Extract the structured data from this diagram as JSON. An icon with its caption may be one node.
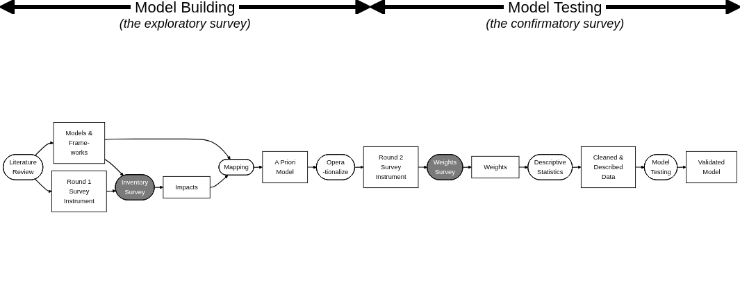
{
  "diagram": {
    "nodes": [
      {
        "text": [
          "Models & Frame- works"
        ]
      },
      {
        "text": [
          "A Priori Model"
        ]
      },
      {
        "text": [
          "Validated Model"
        ]
      },
      {
        "text": [
          "Literature Review"
        ]
      },
      {
        "text": [
          "Inventory Survey"
        ]
      },
      {
        "text": [
          "Mapping"
        ]
      },
      {
        "text": [
          "Opera -tionalize"
        ]
      },
      {
        "text": [
          "Weights Survey"
        ]
      },
      {
        "text": [
          "Descriptive Statistics"
        ]
      },
      {
        "text": [
          "Model Testing"
        ]
      },
      {
        "text": [
          "Round 1 Survey Instrument"
        ]
      },
      {
        "text": [
          "Impacts"
        ]
      },
      {
        "text": [
          "Round 2 Survey Instrument"
        ]
      },
      {
        "text": [
          "Weights"
        ]
      },
      {
        "text": [
          "Cleaned & Described Data"
        ]
      }
    ],
    "edges": [
      {
        "from": 3,
        "to": 0,
        "arrow": "to"
      },
      {
        "from": 3,
        "to": 10,
        "arrow": "to"
      },
      {
        "from": 0,
        "to": 4,
        "arrow": "to"
      },
      {
        "from": 10,
        "to": 4,
        "arrow": "to"
      },
      {
        "from": 0,
        "to": 5,
        "arrow": "to"
      },
      {
        "from": 4,
        "to": 11,
        "arrow": "to"
      },
      {
        "from": 11,
        "to": 5,
        "arrow": "to"
      },
      {
        "from": 5,
        "to": 1,
        "arrow": "to"
      },
      {
        "from": 1,
        "to": 6,
        "arrow": "to"
      },
      {
        "from": 6,
        "to": 12,
        "arrow": "to"
      },
      {
        "from": 12,
        "to": 7,
        "arrow": "to"
      },
      {
        "from": 7,
        "to": 13,
        "arrow": "to"
      },
      {
        "from": 13,
        "to": 8,
        "arrow": "to"
      },
      {
        "from": 8,
        "to": 14,
        "arrow": "to"
      },
      {
        "from": 14,
        "to": 9,
        "arrow": "to"
      },
      {
        "from": 9,
        "to": 2,
        "arrow": "to"
      }
    ],
    "labels": [
      "Model Building",
      "(the exploratory survey)",
      "Model Testing",
      "(the confirmatory survey)"
    ]
  }
}
